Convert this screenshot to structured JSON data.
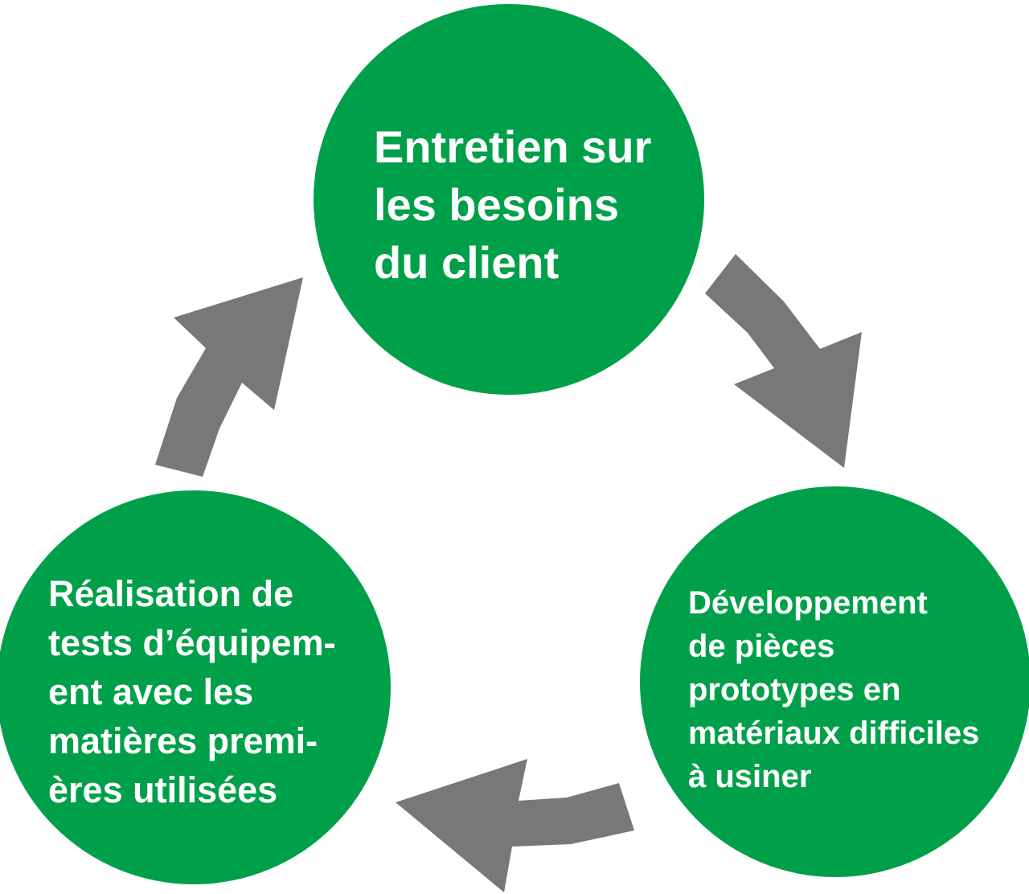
{
  "diagram": {
    "nodes": {
      "top": {
        "lines": [
          "Entretien sur",
          "les besoins",
          "du client"
        ]
      },
      "right": {
        "lines": [
          "Développement",
          "de pièces",
          "prototypes en",
          "matériaux difficiles",
          "à usiner"
        ]
      },
      "left": {
        "lines": [
          "Réalisation de",
          "tests d’équipem-",
          "ent avec les",
          "matières premi-",
          "ères utilisées"
        ]
      }
    },
    "colors": {
      "node_fill": "#00a04a",
      "node_text": "#ffffff",
      "arrow_fill": "#787878",
      "background": "#ffffff"
    },
    "arrows": [
      {
        "name": "arrow-top-to-right",
        "from": "top",
        "to": "right"
      },
      {
        "name": "arrow-right-to-left",
        "from": "right",
        "to": "left"
      },
      {
        "name": "arrow-left-to-top",
        "from": "left",
        "to": "top"
      }
    ]
  }
}
